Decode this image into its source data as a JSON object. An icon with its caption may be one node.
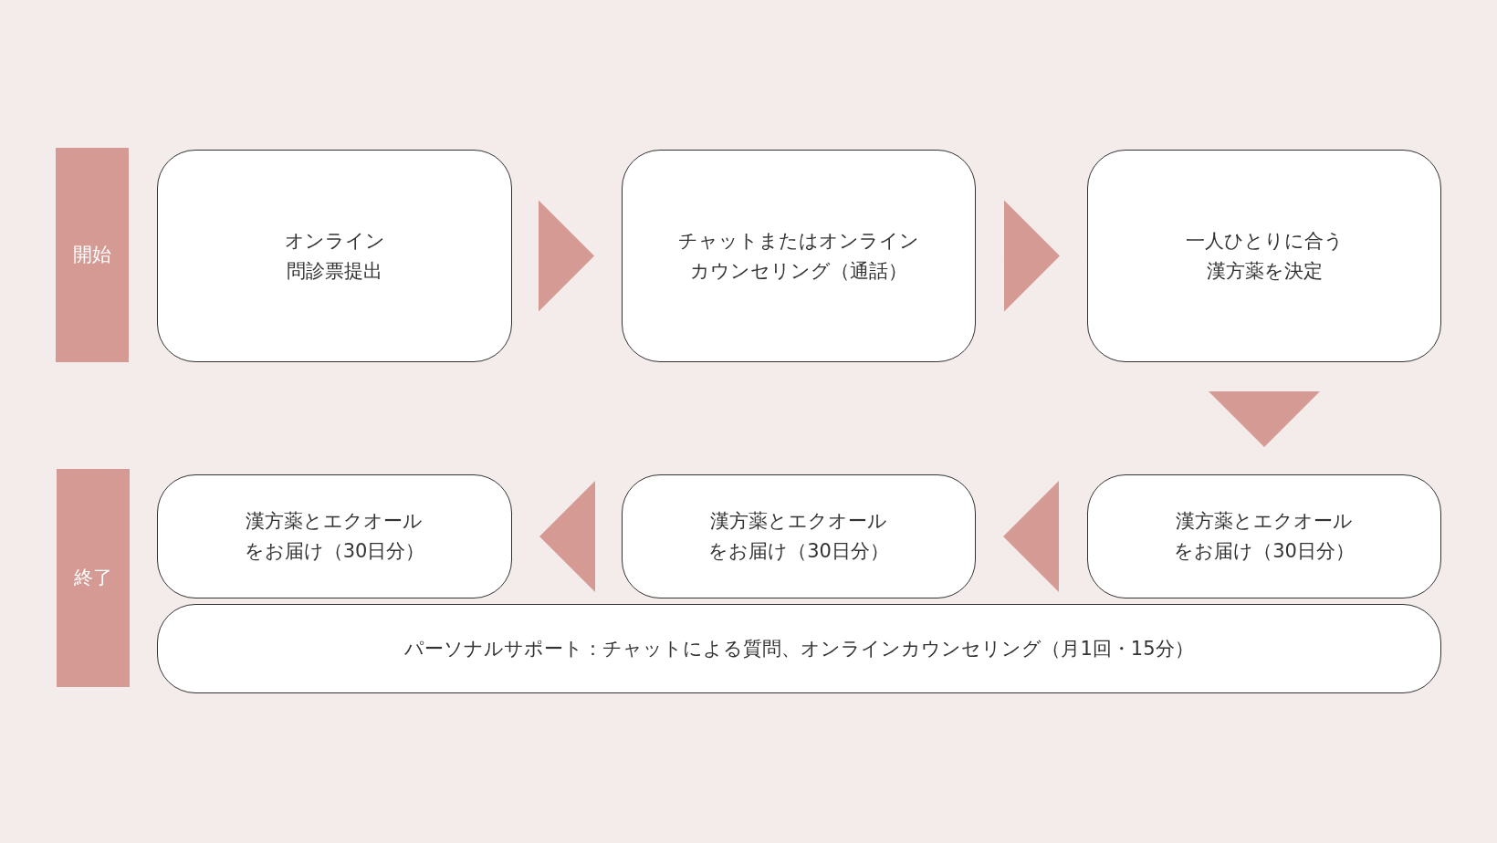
{
  "diagram": {
    "nodes": [
      {
        "text": [
          "開始"
        ]
      },
      {
        "text": [
          "オンライン問診票提出"
        ]
      },
      {
        "text": [
          "チャットまたはオンラインカウンセリング（通話）"
        ]
      },
      {
        "text": [
          "一人ひとりに合う漢方薬を決定"
        ]
      },
      {
        "text": [
          "終了"
        ]
      },
      {
        "text": [
          "漢方薬とエクオールをお届け（30日分）"
        ]
      },
      {
        "text": [
          "漢方薬とエクオールをお届け（30日分）"
        ]
      },
      {
        "text": [
          "漢方薬とエクオールをお届け（30日分）"
        ]
      },
      {
        "text": [
          "パーソナルサポート：チャットによる質問、オンラインカウンセリング（月1回・15分）"
        ]
      }
    ],
    "edges": [
      {
        "from": 1,
        "to": 2,
        "arrow": "to"
      },
      {
        "from": 2,
        "to": 3,
        "arrow": "to"
      },
      {
        "from": 3,
        "to": 7,
        "arrow": "to"
      },
      {
        "from": 7,
        "to": 6,
        "arrow": "to"
      },
      {
        "from": 6,
        "to": 5,
        "arrow": "to"
      }
    ]
  }
}
